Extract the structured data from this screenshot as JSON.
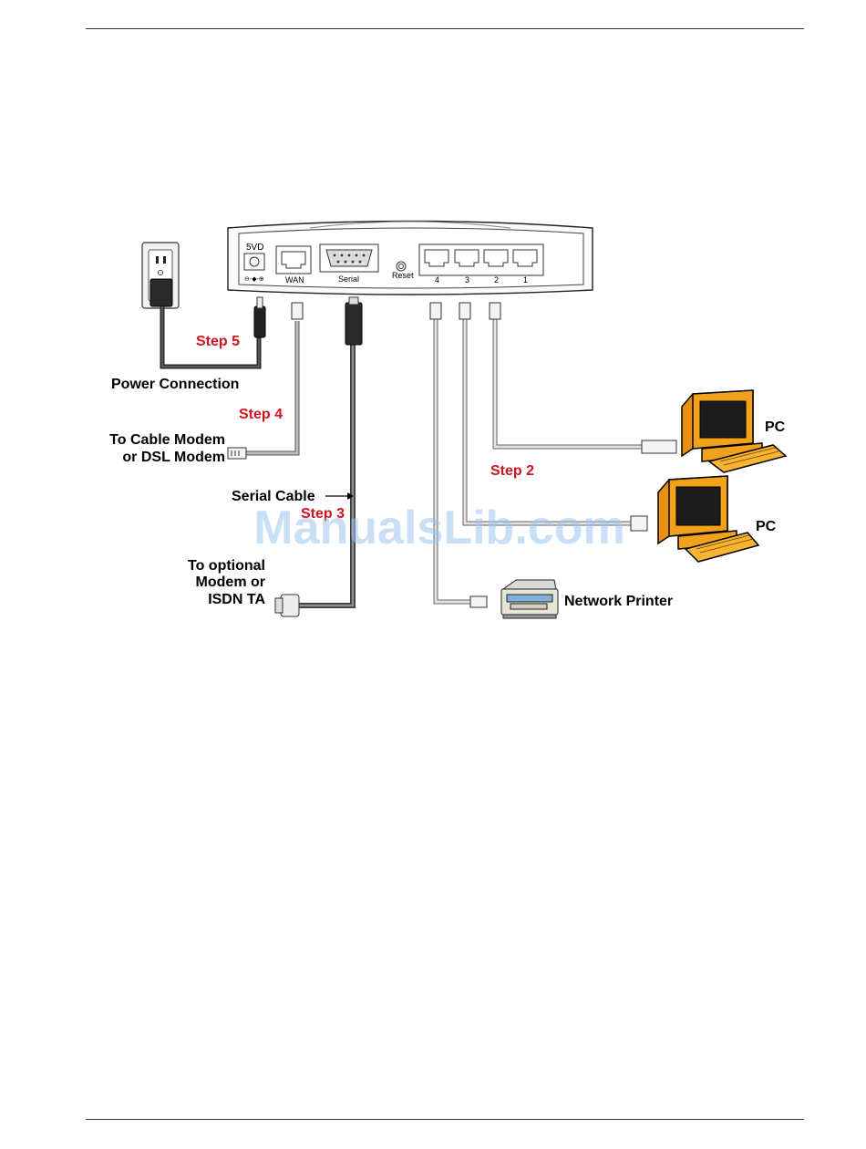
{
  "router": {
    "power_port_label": "5VD",
    "wan_label": "WAN",
    "serial_label": "Serial",
    "reset_label": "Reset",
    "lan_ports": [
      "4",
      "3",
      "2",
      "1"
    ]
  },
  "labels": {
    "step5": "Step 5",
    "power_connection": "Power Connection",
    "step4": "Step 4",
    "cable_modem_line1": "To Cable Modem",
    "cable_modem_line2": "or DSL Modem",
    "serial_cable": "Serial Cable",
    "step3": "Step 3",
    "optional_line1": "To optional",
    "optional_line2": "Modem or",
    "optional_line3": "ISDN TA",
    "step2": "Step 2",
    "pc_top": "PC",
    "pc_bottom": "PC",
    "network_printer": "Network Printer"
  },
  "watermark": "ManualsLib.com",
  "colors": {
    "step_red": "#d0141c",
    "pc_orange": "#f2a21a",
    "watermark_blue": "#9cc4ec"
  }
}
